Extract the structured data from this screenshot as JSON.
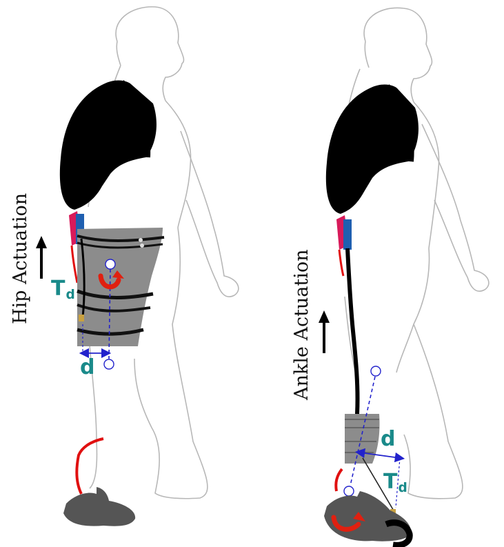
{
  "labels": {
    "hip_actuation": "Hip Actuation",
    "ankle_actuation": "Ankle Actuation",
    "torque_main": "T",
    "torque_sub": "d",
    "distance": "d"
  },
  "colors": {
    "outline": "#b7b7b7",
    "backpack": "#000000",
    "brace": "#8c8c8c",
    "cable": "#000000",
    "bowden_red": "#e01010",
    "torque_arrow": "#e02010",
    "moment_arm": "#2222cc",
    "math_text": "#1a8a8a",
    "shoe": "#555555"
  },
  "icons": [
    "up-arrow-icon",
    "curved-torque-arrow-icon",
    "double-headed-arrow-icon",
    "joint-circle-icon"
  ]
}
